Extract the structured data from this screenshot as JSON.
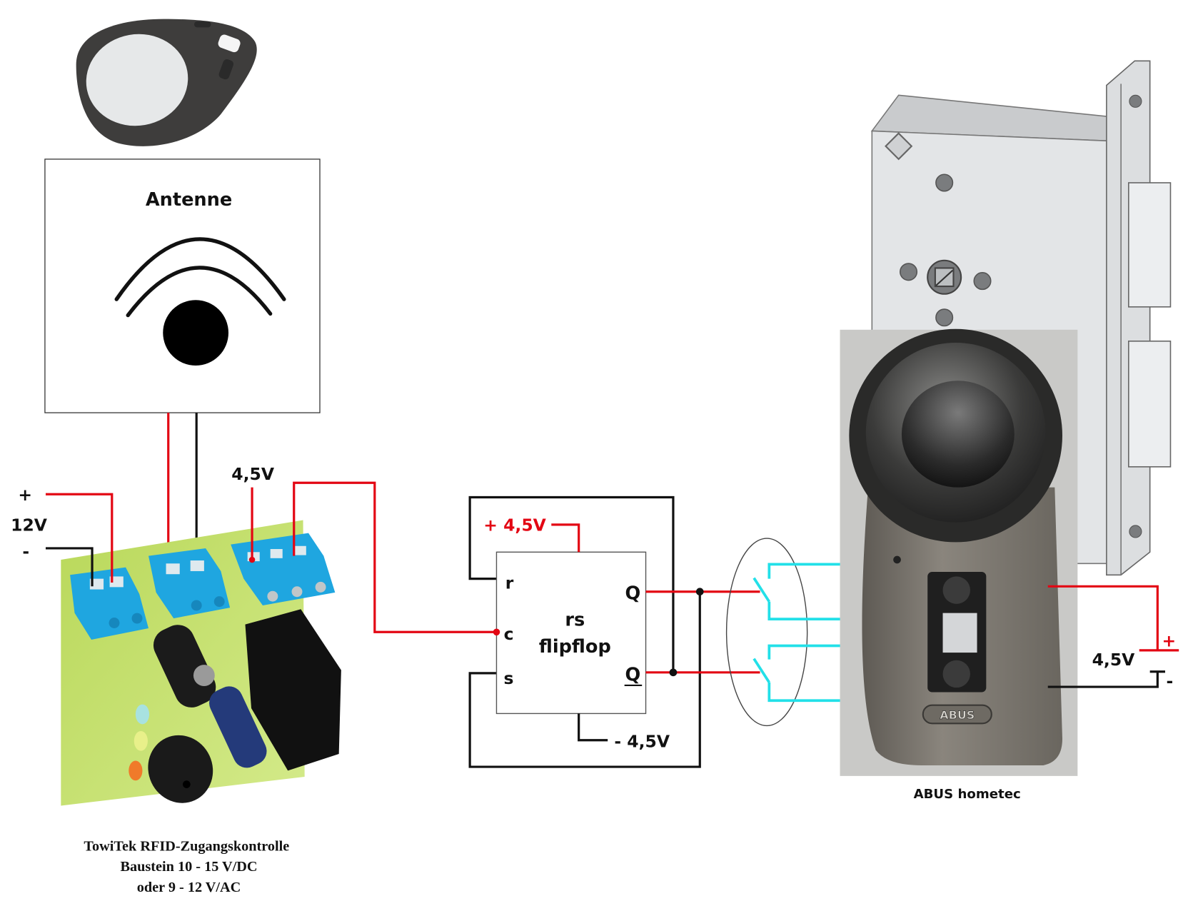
{
  "title": "RFID access control wiring with rs flipflop and ABUS hometec",
  "colors": {
    "positive_wire": "#e30613",
    "negative_wire": "#111111",
    "switch_wire": "#22e0e8",
    "pcb": "#c8e36a",
    "terminal_block": "#1fa6e0"
  },
  "antenna": {
    "label": "Antenne"
  },
  "rfid_tag": {
    "name": "RFID key fob"
  },
  "power_input": {
    "plus": "+",
    "voltage": "12V",
    "minus": "-"
  },
  "output_label": "4,5V",
  "module_caption": {
    "line1": "TowiTek RFID-Zugangskontrolle",
    "line2": "Baustein 10 - 15 V/DC",
    "line3": "oder 9 - 12 V/AC"
  },
  "flipflop": {
    "title_line1": "rs",
    "title_line2": "flipflop",
    "pin_r": "r",
    "pin_c": "c",
    "pin_s": "s",
    "pin_q": "Q",
    "pin_q_bar": "Q",
    "supply_plus": "+ 4,5V",
    "supply_minus": "- 4,5V"
  },
  "lock": {
    "caption": "ABUS hometec",
    "brand_badge": "ABUS",
    "battery_voltage": "4,5V",
    "battery_plus": "+",
    "battery_minus": "-"
  }
}
